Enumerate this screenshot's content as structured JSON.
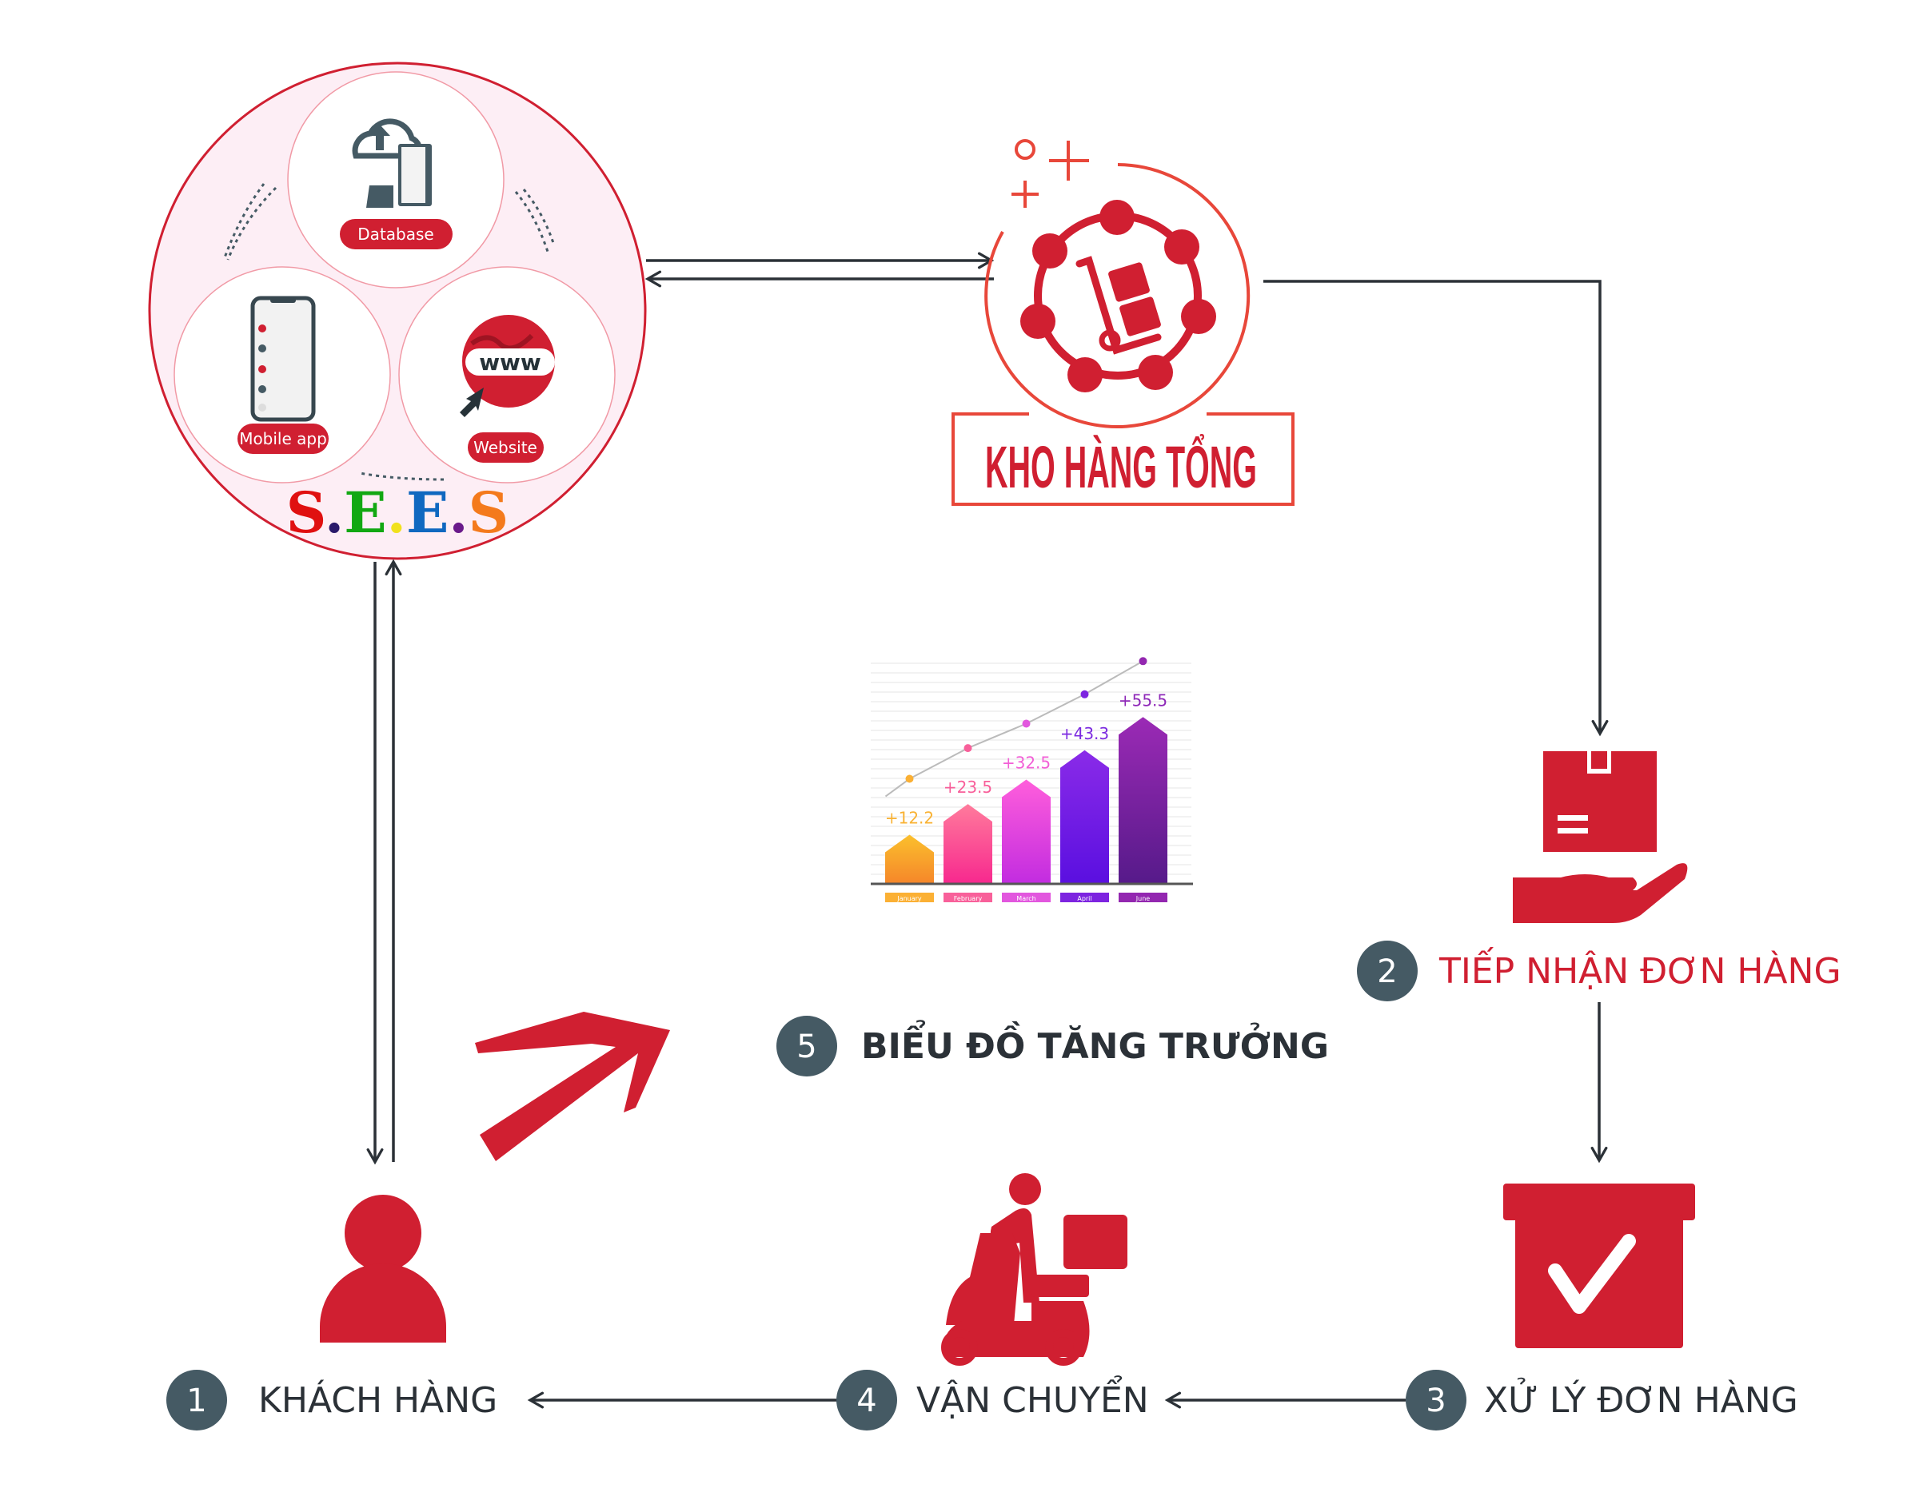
{
  "colors": {
    "red": "#d01f31",
    "dark": "#2b3137",
    "badge": "#455a64",
    "pink_bg": "#fdeef5"
  },
  "sees": {
    "logo_letters": [
      "S",
      "E",
      "E",
      "S"
    ],
    "logo_colors": [
      "#e01010",
      "#12a812",
      "#1068c0",
      "#f47a1c"
    ],
    "database_label": "Database",
    "mobile_label": "Mobile app",
    "website_label": "Website",
    "www": "www"
  },
  "warehouse": {
    "title": "KHO HÀNG TỔNG"
  },
  "steps": [
    {
      "number": "1",
      "label": "KHÁCH HÀNG"
    },
    {
      "number": "2",
      "label": "TIẾP NHẬN ĐƠN HÀNG"
    },
    {
      "number": "3",
      "label": "XỬ LÝ ĐƠN HÀNG"
    },
    {
      "number": "4",
      "label": "VẬN CHUYỂN"
    },
    {
      "number": "5",
      "label": "BIỂU ĐỒ TĂNG TRƯỞNG"
    }
  ],
  "chart_data": {
    "type": "bar",
    "title": "",
    "categories": [
      "January",
      "February",
      "March",
      "April",
      "June"
    ],
    "values": [
      12.2,
      23.5,
      32.5,
      43.3,
      55.5
    ],
    "value_labels": [
      "+12.2",
      "+23.5",
      "+32.5",
      "+43.3",
      "+55.5"
    ],
    "colors_top": [
      "#fbc02d",
      "#ff7b9c",
      "#ff5edb",
      "#8a2be8",
      "#9b2ab5"
    ],
    "colors_bottom": [
      "#f5862a",
      "#f7288e",
      "#c22ce0",
      "#5a0fe0",
      "#561a8a"
    ],
    "label_colors": [
      "#fbb034",
      "#f8609a",
      "#e257de",
      "#7d24e0",
      "#9327b0"
    ],
    "text_colors": [
      "#f9b233",
      "#f85f9a",
      "#f25fd6",
      "#7b2ae0",
      "#8e28b8"
    ],
    "trend_line": true,
    "grid": true,
    "xlabel": "",
    "ylabel": ""
  }
}
